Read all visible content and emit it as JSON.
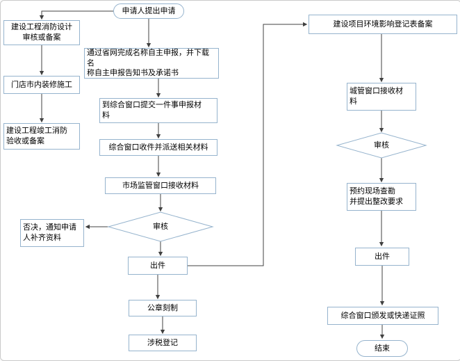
{
  "colors": {
    "node_border": "#95b3cd",
    "arrow": "#404040",
    "text": "#000000",
    "background": "#ffffff"
  },
  "nodes": {
    "start": {
      "label": "申请人提出申请"
    },
    "fire_design": {
      "label": "建设工程消防设计\n审核或备案"
    },
    "store_decoration": {
      "label": "门店市内装修施工"
    },
    "fire_acceptance": {
      "label": "建设工程竣工消防\n验收或备案"
    },
    "online_declare": {
      "label": "通过省网完成名称自主申报，并下载名\n称自主申报告知书及承诺书"
    },
    "submit_materials": {
      "label": "到综合窗口提交一件事申报材\n料"
    },
    "window_receive": {
      "label": "综合窗口收件并派送相关材料"
    },
    "market_receive": {
      "label": "市场监管窗口接收材料"
    },
    "review_center": {
      "label": "审核"
    },
    "reject_notice": {
      "label": "否决，通知申请\n人补齐资料"
    },
    "issue_center": {
      "label": "出件"
    },
    "seal_making": {
      "label": "公章刻制"
    },
    "tax_register": {
      "label": "涉税登记"
    },
    "env_register": {
      "label": "建设项目环境影响登记表备案"
    },
    "cityadmin_receive": {
      "label": "城管窗口接收材\n料"
    },
    "review_right": {
      "label": "审核"
    },
    "site_survey": {
      "label": "预约现场查勘\n并提出整改要求"
    },
    "issue_right": {
      "label": "出件"
    },
    "license_delivery": {
      "label": "综合窗口颁发或快递证照"
    },
    "end": {
      "label": "结束"
    }
  }
}
